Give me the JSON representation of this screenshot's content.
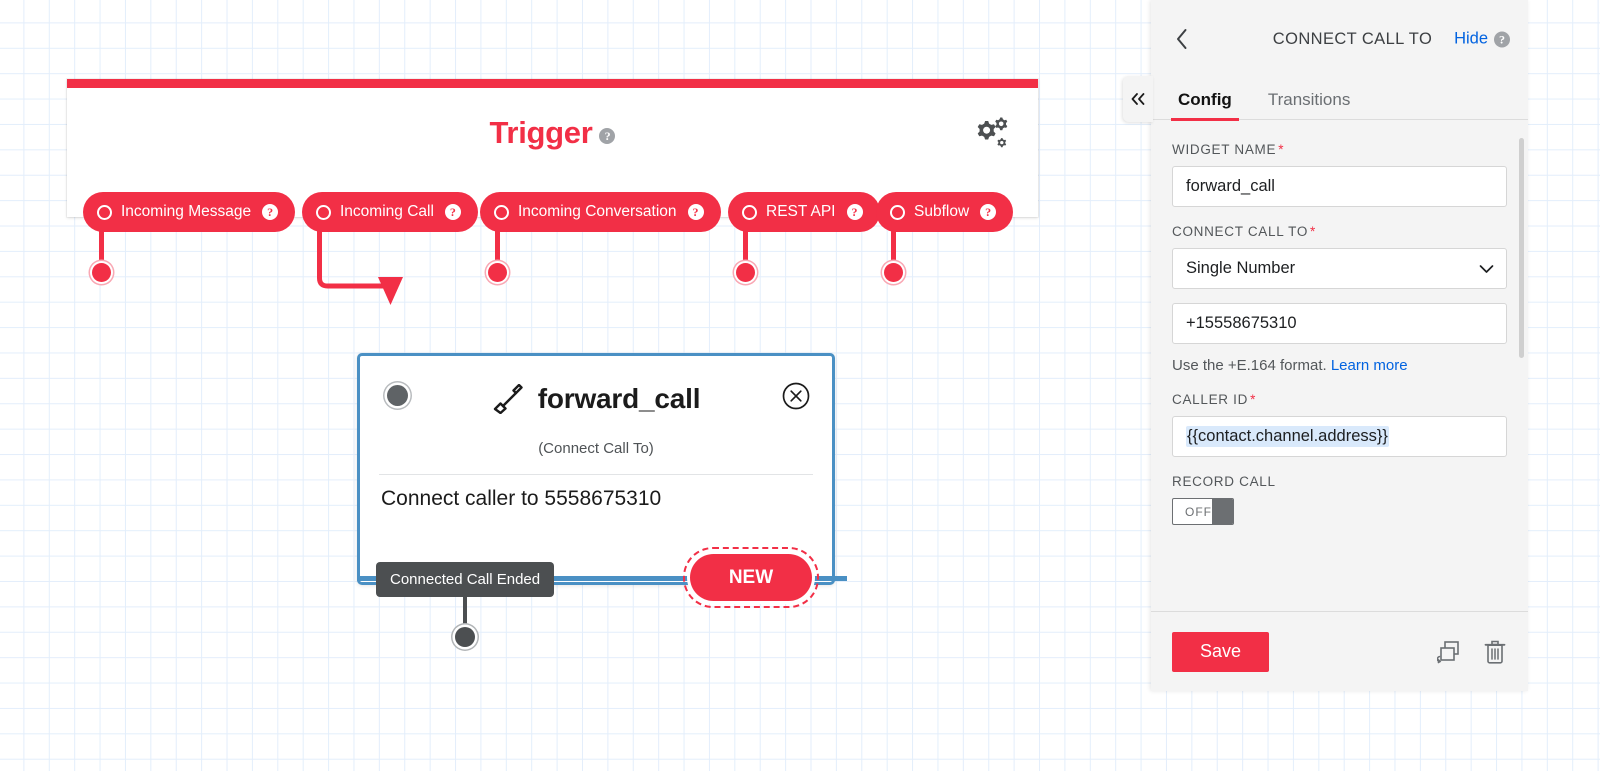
{
  "canvas": {
    "trigger": {
      "title": "Trigger",
      "help_icon": "help-icon",
      "settings_icon": "gears-icon",
      "pills": [
        {
          "label": "Incoming Message",
          "icon": "radio-circle-icon",
          "help": "help-icon"
        },
        {
          "label": "Incoming Call",
          "icon": "radio-circle-icon",
          "help": "help-icon"
        },
        {
          "label": "Incoming Conversation",
          "icon": "radio-circle-icon",
          "help": "help-icon"
        },
        {
          "label": "REST API",
          "icon": "radio-circle-icon",
          "help": "help-icon"
        },
        {
          "label": "Subflow",
          "icon": "radio-circle-icon",
          "help": "help-icon"
        }
      ]
    },
    "widget": {
      "name": "forward_call",
      "type_icon": "phone-handset-icon",
      "close_icon": "close-circle-icon",
      "subtitle": "(Connect Call To)",
      "body": "Connect caller to 5558675310",
      "transition_label": "Connected Call Ended",
      "new_button": "NEW"
    }
  },
  "panel": {
    "back_icon": "chevron-left-icon",
    "title": "CONNECT CALL TO",
    "hide_label": "Hide",
    "hide_help_icon": "help-icon",
    "collapse_icon": "double-chevron-left-icon",
    "tabs": [
      {
        "label": "Config",
        "active": true
      },
      {
        "label": "Transitions",
        "active": false
      }
    ],
    "fields": {
      "widget_name_label": "WIDGET NAME",
      "widget_name_value": "forward_call",
      "connect_call_to_label": "CONNECT CALL TO",
      "connect_call_to_value": "Single Number",
      "connect_call_to_options": [
        "Single Number"
      ],
      "number_value": "+15558675310",
      "helper_text": "Use the +E.164 format.",
      "helper_link": "Learn more",
      "caller_id_label": "CALLER ID",
      "caller_id_value": "{{contact.channel.address}}",
      "record_call_label": "RECORD CALL",
      "record_call_state": "OFF"
    },
    "footer": {
      "save_label": "Save",
      "duplicate_icon": "duplicate-icon",
      "delete_icon": "trash-icon"
    }
  },
  "colors": {
    "brand_red": "#f22f46",
    "link_blue": "#0263e0",
    "widget_border_blue": "#4a90c4",
    "transition_gray": "#4c4f51"
  }
}
